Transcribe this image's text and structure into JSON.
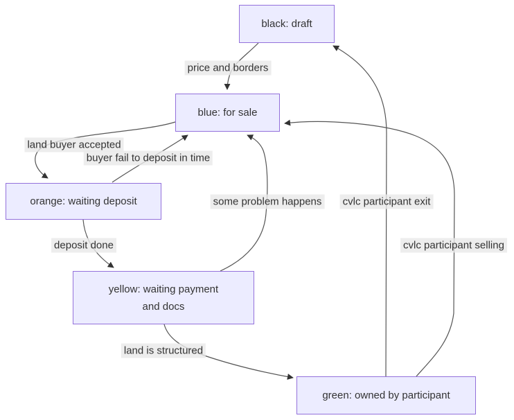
{
  "diagram": {
    "type": "state-flowchart",
    "colors": {
      "node_fill": "#ECECFF",
      "node_border": "#9370DB",
      "node_text": "#333333",
      "edge_stroke": "#555555",
      "arrowhead": "#333333",
      "edge_label_bg": "rgba(232,232,232,0.8)",
      "background": "#ffffff"
    },
    "nodes": [
      {
        "id": "black-draft",
        "lines": [
          "black: draft"
        ]
      },
      {
        "id": "blue-for-sale",
        "lines": [
          "blue: for sale"
        ]
      },
      {
        "id": "orange-waiting-deposit",
        "lines": [
          "orange: waiting deposit"
        ]
      },
      {
        "id": "yellow-waiting-payment",
        "lines": [
          "yellow: waiting payment",
          "and docs"
        ]
      },
      {
        "id": "green-owned",
        "lines": [
          "green: owned by participant"
        ]
      }
    ],
    "edges": [
      {
        "from": "black: draft",
        "to": "blue: for sale",
        "label": "price and borders"
      },
      {
        "from": "blue: for sale",
        "to": "orange: waiting deposit",
        "label": "land buyer accepted"
      },
      {
        "from": "orange: waiting deposit",
        "to": "blue: for sale",
        "label": "buyer fail to deposit in time"
      },
      {
        "from": "orange: waiting deposit",
        "to": "yellow: waiting payment and docs",
        "label": "deposit done"
      },
      {
        "from": "yellow: waiting payment and docs",
        "to": "blue: for sale",
        "label": "some problem happens"
      },
      {
        "from": "yellow: waiting payment and docs",
        "to": "green: owned by participant",
        "label": "land is structured"
      },
      {
        "from": "green: owned by participant",
        "to": "black: draft",
        "label": "cvlc participant exit"
      },
      {
        "from": "green: owned by participant",
        "to": "blue: for sale",
        "label": "cvlc participant selling"
      }
    ]
  }
}
